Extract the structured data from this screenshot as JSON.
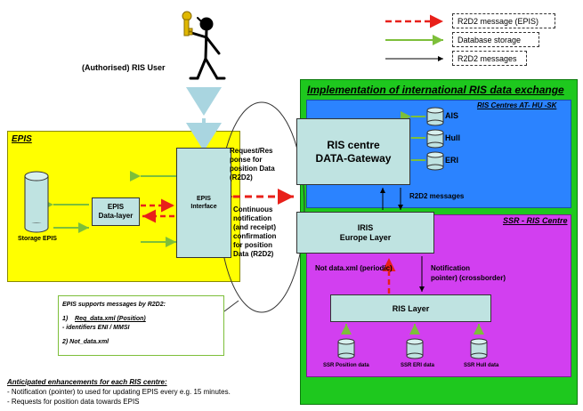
{
  "legend": {
    "items": [
      {
        "label": "R2D2 message (EPIS)",
        "color": "#e8201a",
        "style": "dashed"
      },
      {
        "label": "Database storage",
        "color": "#7dbf3a",
        "style": "solid"
      },
      {
        "label": "R2D2 messages",
        "color": "#000000",
        "style": "solid"
      }
    ]
  },
  "user": {
    "label": "(Authorised) RIS User"
  },
  "epis": {
    "title": "EPIS",
    "storage_label": "Storage EPIS",
    "data_layer": {
      "line1": "EPIS",
      "line2": "Data-layer"
    },
    "interface": {
      "line1": "EPIS",
      "line2": "Interface"
    }
  },
  "ellipse": {
    "text1": [
      "Request/Res",
      "ponse  for",
      "position Data",
      "(R2D2)"
    ],
    "text2": [
      "Continuous",
      "notification",
      "(and receipt)",
      "confirmation",
      "for position",
      "Data (R2D2)"
    ]
  },
  "note": {
    "title": "EPIS supports messages by R2D2:",
    "line1_num": "1)",
    "line1": "Req_data.xml (Position)",
    "line2": "- identifiers ENI / MMSI",
    "line3": "2) Not_data.xml"
  },
  "bottom": {
    "title": "Anticipated enhancements  for each RIS centre:",
    "line1": "- Notification (pointer) to used for updating EPIS every e.g. 15 minutes.",
    "line2": "- Requests for position data towards EPIS"
  },
  "impl": {
    "title": "Implementation of international RIS data exchange",
    "centres_title": "RIS Centres AT- HU -SK",
    "gateway": {
      "line1": "RIS centre",
      "line2": "DATA-Gateway"
    },
    "dbs": [
      "AIS",
      "Hull",
      "ERI"
    ],
    "r2d2": "R2D2 messages",
    "ssr_title": "SSR - RIS Centre",
    "iris": {
      "line1": "IRIS",
      "line2": "Europe Layer"
    },
    "not_data": "Not data.xml (periodic)",
    "notification": {
      "line1": "Notification",
      "line2": "pointer) (crossborder)"
    },
    "ris_layer": "RIS Layer",
    "ssr_dbs": [
      "SSR Position data",
      "SSR ERI data",
      "SSR Hull data"
    ]
  },
  "colors": {
    "epis_bg": "#ffff00",
    "impl_bg": "#1ec81e",
    "centres_bg": "#2b83ff",
    "ssr_bg": "#d23ff0",
    "box_bg": "#bfe3e1",
    "arrow_red": "#e8201a",
    "arrow_green": "#7dbf3a",
    "arrow_lightblue": "#a9d5e0"
  }
}
